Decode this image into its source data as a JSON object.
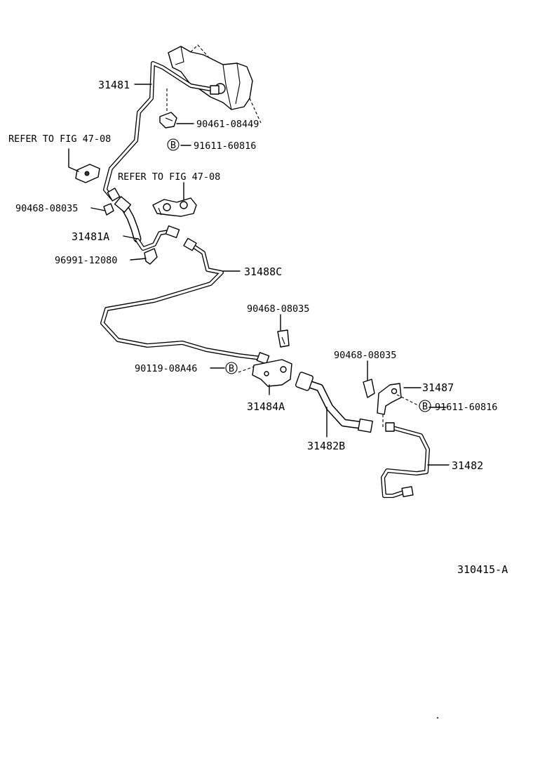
{
  "labels": {
    "p31481": "31481",
    "p90461": "90461-08449",
    "p91611_top": "91611-60816",
    "refer1": "REFER TO FIG 47-08",
    "refer2": "REFER TO FIG 47-08",
    "p90468_a": "90468-08035",
    "p31481A": "31481A",
    "p96991": "96991-12080",
    "p31488C": "31488C",
    "p90468_b": "90468-08035",
    "p90119": "90119-08A46",
    "p31484A": "31484A",
    "p90468_c": "90468-08035",
    "p31487": "31487",
    "p91611_right": "91611-60816",
    "p31482B": "31482B",
    "p31482": "31482",
    "figure_id": "310415-A"
  },
  "markers": {
    "bolt_marker": "B"
  },
  "icons": {
    "bolt_marker_icon": "circle-B-icon"
  }
}
